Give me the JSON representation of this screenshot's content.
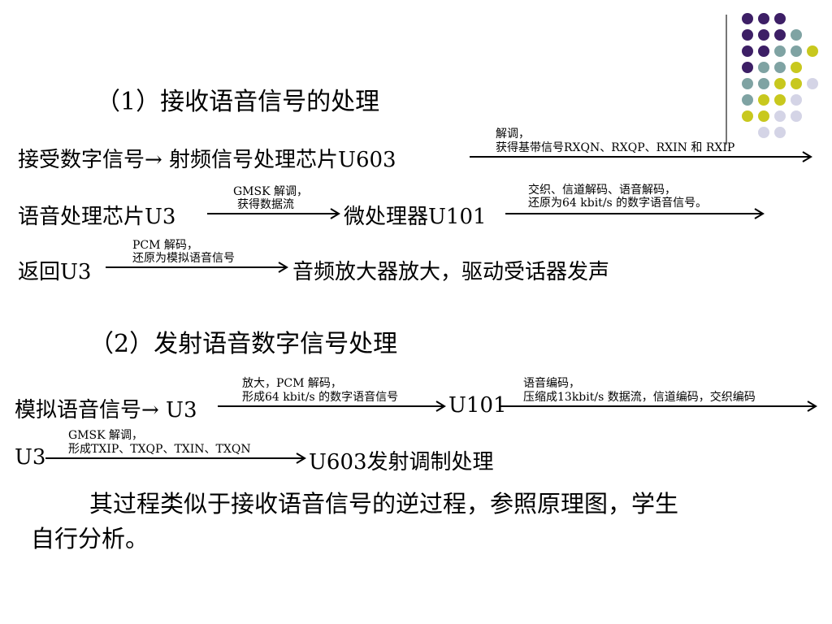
{
  "colors": {
    "purple": "#3d1f66",
    "teal": "#7fa3a3",
    "olive": "#c8c81e",
    "lavender": "#d4d4e6",
    "line": "#777777"
  },
  "decoration": {
    "dot_grid": [
      [
        "purple",
        "purple",
        "purple",
        null,
        null
      ],
      [
        "purple",
        "purple",
        "purple",
        "teal",
        null
      ],
      [
        "purple",
        "purple",
        "teal",
        "teal",
        "olive"
      ],
      [
        "purple",
        "teal",
        "teal",
        "olive",
        null
      ],
      [
        "teal",
        "teal",
        "olive",
        "olive",
        "lavender"
      ],
      [
        "teal",
        "olive",
        "olive",
        "lavender",
        null
      ],
      [
        "olive",
        "olive",
        "lavender",
        "lavender",
        null
      ],
      [
        null,
        "lavender",
        "lavender",
        null,
        null
      ]
    ]
  },
  "section1": {
    "heading": "（1）接收语音信号的处理",
    "row1": {
      "left": "接受数字信号→ 射频信号处理芯片U603",
      "note_line1": "解调，",
      "note_line2": "获得基带信号RXQN、RXQP、RXIN 和 RXIP"
    },
    "row2": {
      "left": "语音处理芯片U3",
      "note1_line1": "GMSK 解调，",
      "note1_line2": "获得数据流",
      "mid": "微处理器U101",
      "note2_line1": "交织、信道解码、语音解码，",
      "note2_line2": "还原为64 kbit/s 的数字语音信号。"
    },
    "row3": {
      "left": "返回U3",
      "note_line1": "PCM 解码，",
      "note_line2": "还原为模拟语音信号",
      "right": "音频放大器放大，驱动受话器发声"
    }
  },
  "section2": {
    "heading": "（2）发射语音数字信号处理",
    "row1": {
      "left": "模拟语音信号→ U3",
      "note1_line1": "放大，PCM 解码，",
      "note1_line2": "形成64 kbit/s 的数字语音信号",
      "mid": "U101",
      "note2_line1": "语音编码，",
      "note2_line2": "压缩成13kbit/s 数据流，信道编码，交织编码"
    },
    "row2": {
      "left": "U3",
      "note_line1": "GMSK 解调，",
      "note_line2": "形成TXIP、TXQP、TXIN、TXQN",
      "right": "U603发射调制处理"
    }
  },
  "summary": {
    "line1": "其过程类似于接收语音信号的逆过程，参照原理图，学生",
    "line2": "自行分析。"
  }
}
